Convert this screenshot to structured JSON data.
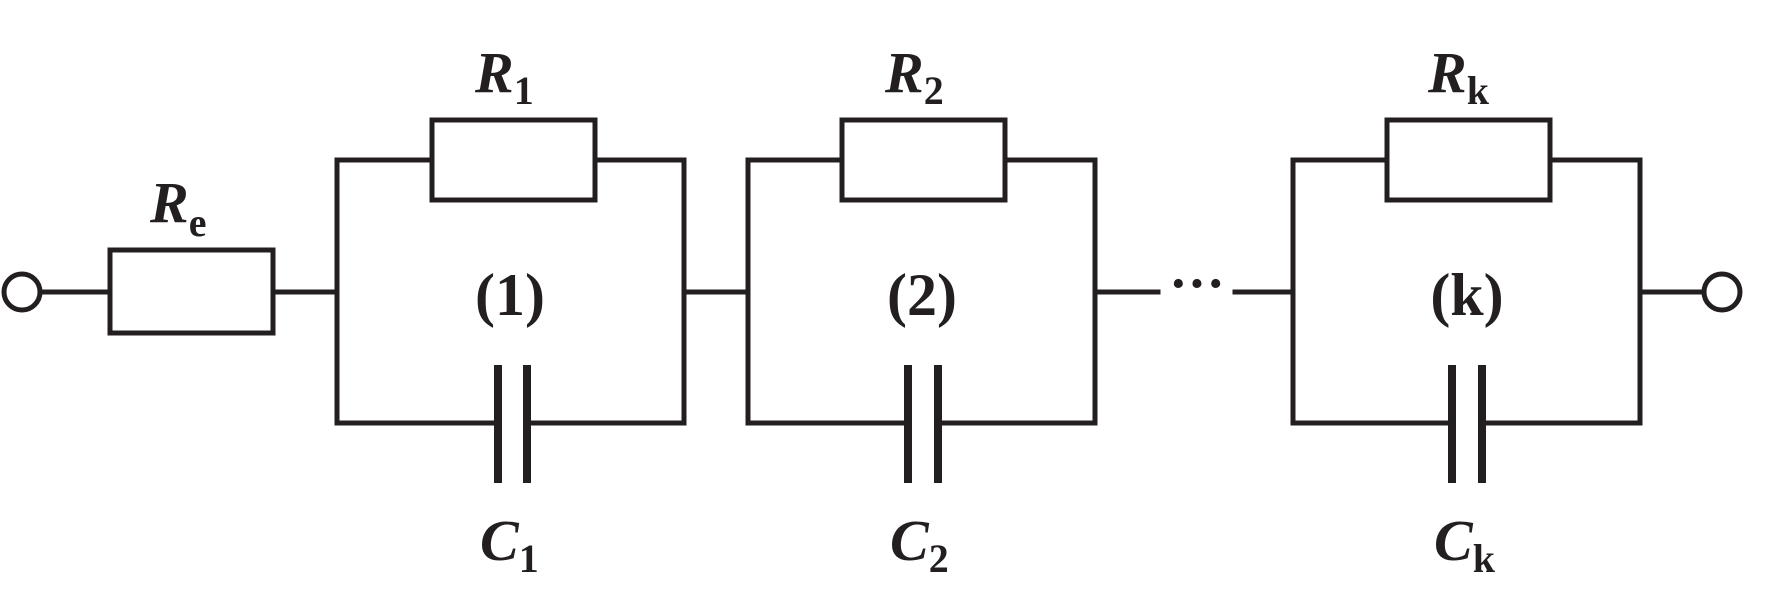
{
  "labels": {
    "re": {
      "sym": "R",
      "sub": "e"
    },
    "r1": {
      "sym": "R",
      "sub": "1"
    },
    "r2": {
      "sym": "R",
      "sub": "2"
    },
    "rk": {
      "sym": "R",
      "sub": "k"
    },
    "c1": {
      "sym": "C",
      "sub": "1"
    },
    "c2": {
      "sym": "C",
      "sub": "2"
    },
    "ck": {
      "sym": "C",
      "sub": "k"
    },
    "n1": "(1)",
    "n2": "(2)",
    "nk": "(k)",
    "ellipsis": "···"
  }
}
